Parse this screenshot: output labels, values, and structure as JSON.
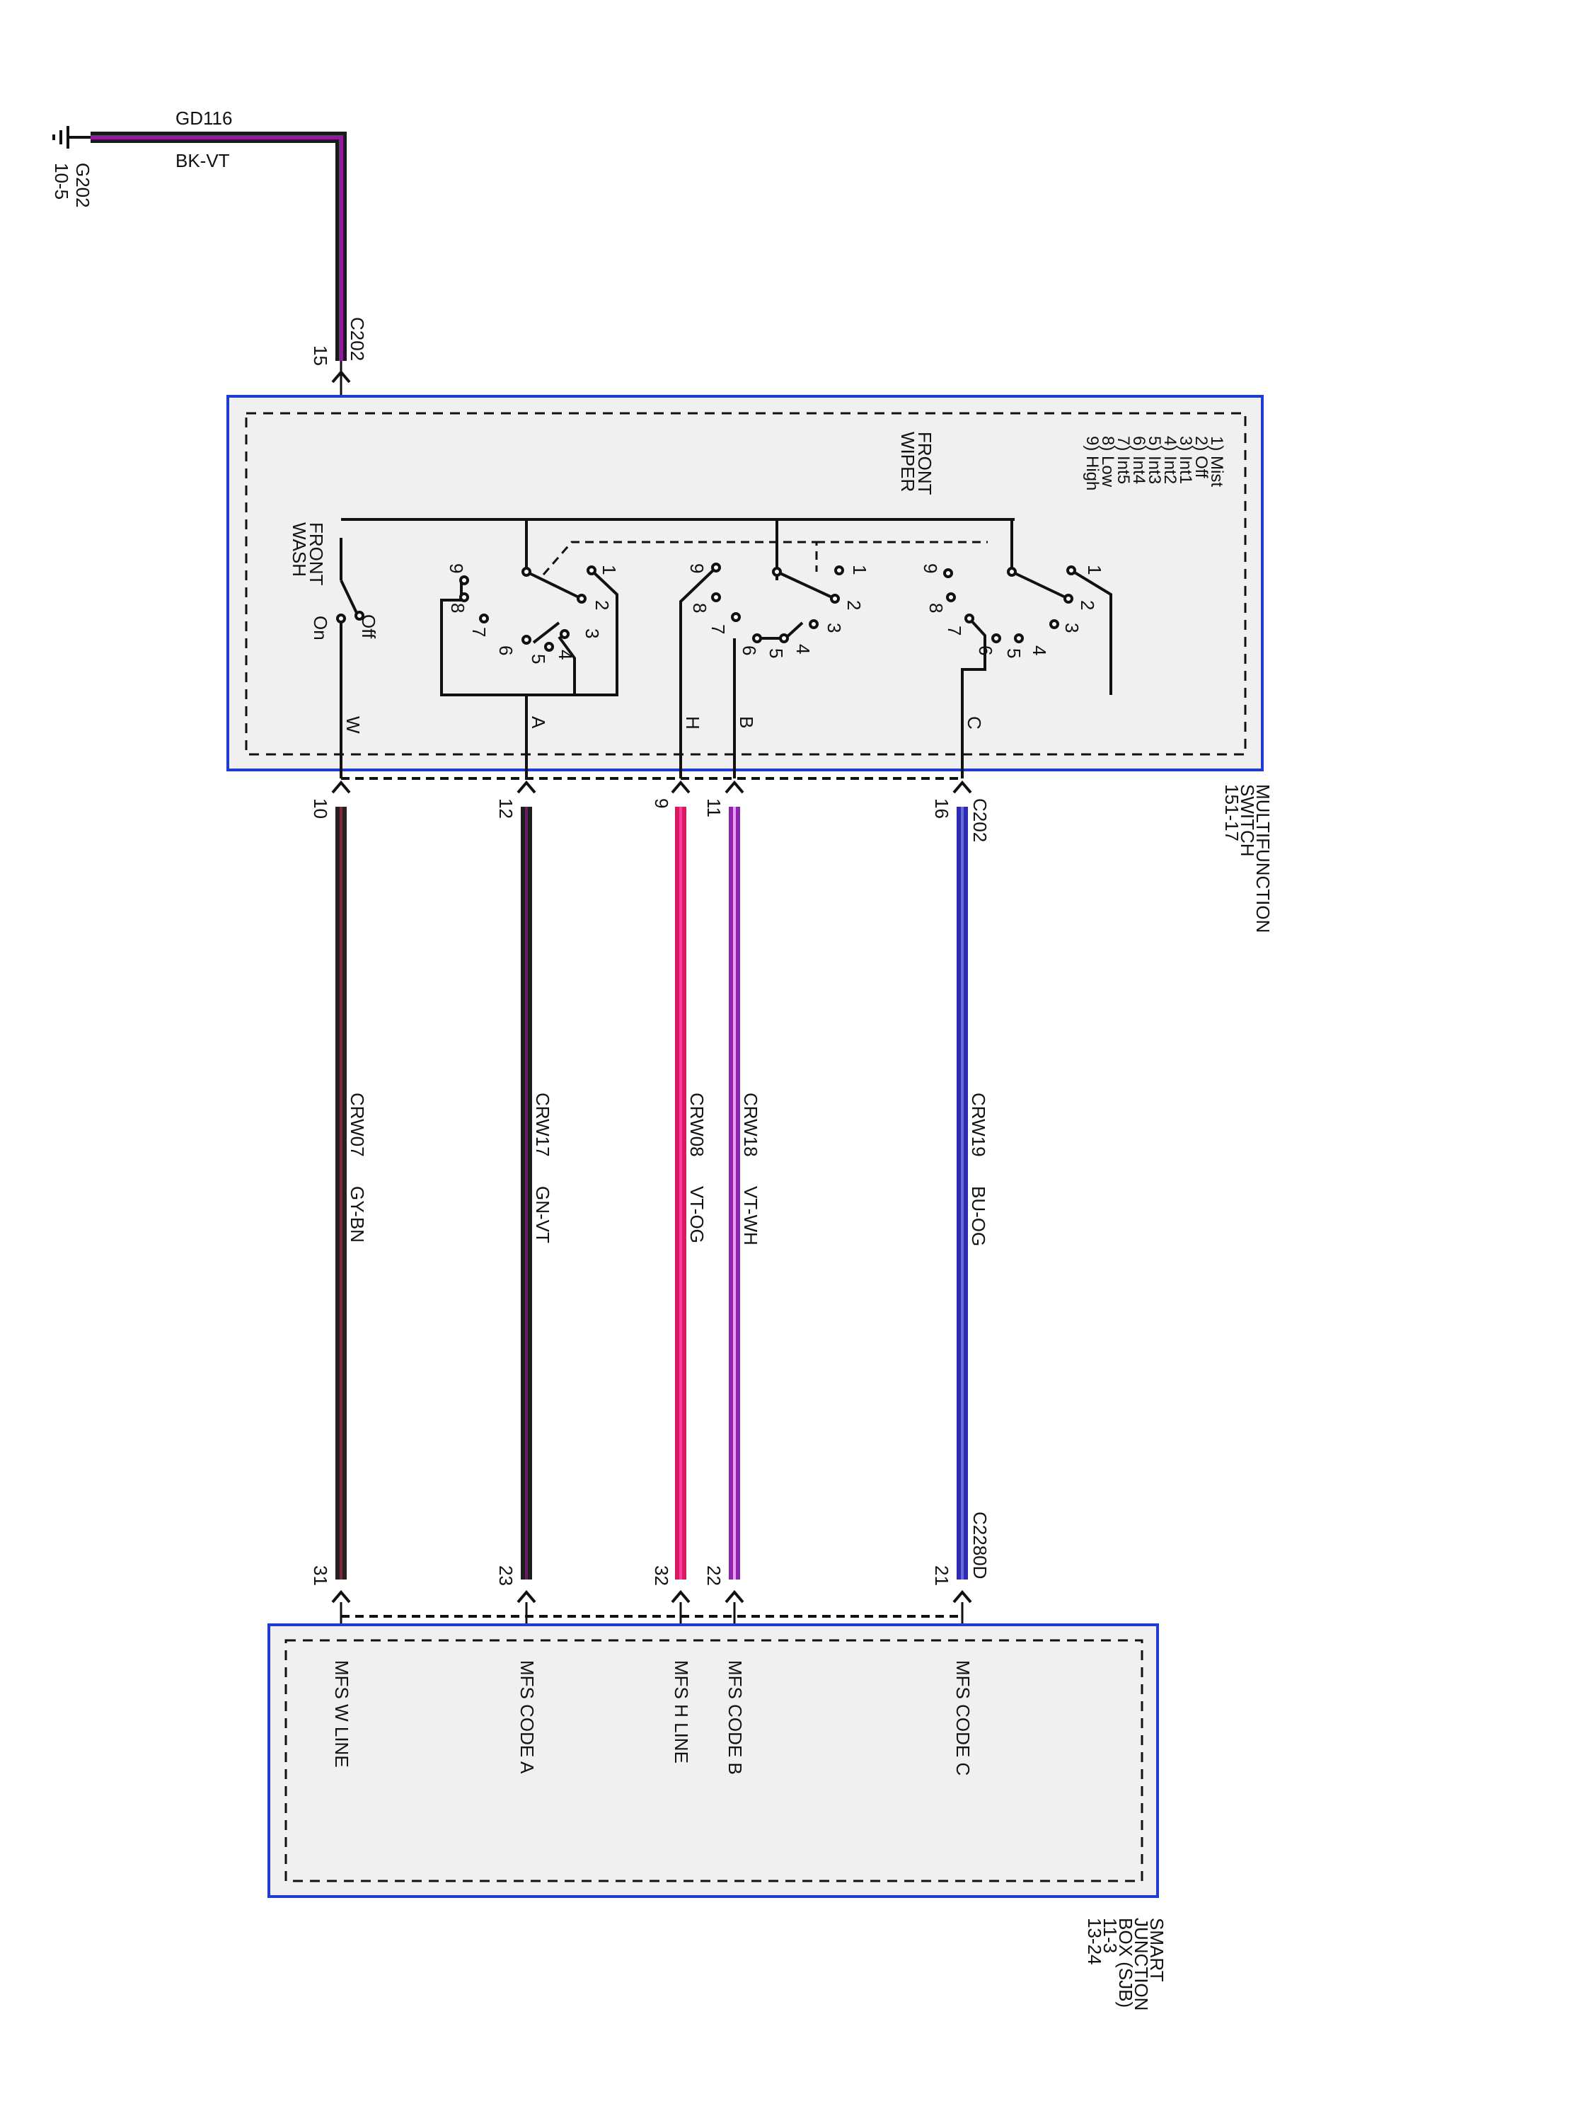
{
  "ground": {
    "name": "G202",
    "ref": "10-5"
  },
  "ground_wire": {
    "circuit": "GD116",
    "color_code": "BK-VT",
    "colors": [
      "#1a1a1a",
      "#8e1d9a"
    ]
  },
  "top_connector": {
    "name": "C202",
    "pin": "15"
  },
  "multifunction_switch": {
    "name_line1": "MULTIFUNCTION",
    "name_line2": "SWITCH",
    "ref": "151-17",
    "wiper_title_line1": "FRONT",
    "wiper_title_line2": "WIPER",
    "wash_title_line1": "FRONT",
    "wash_title_line2": "WASH",
    "wash_off": "Off",
    "wash_on": "On",
    "legend": [
      "1) Mist",
      "2) Off",
      "3) Int1",
      "4) Int2",
      "5) Int3",
      "6) Int4",
      "7) Int5",
      "8) Low",
      "9) High"
    ],
    "positions": [
      "1",
      "2",
      "3",
      "4",
      "5",
      "6",
      "7",
      "8",
      "9"
    ],
    "outputs": [
      "W",
      "A",
      "H",
      "B",
      "C"
    ]
  },
  "mid_connector": {
    "name": "C202"
  },
  "bottom_connector": {
    "name": "C2280D"
  },
  "circuits": [
    {
      "label": "W",
      "pin_top": "10",
      "pin_bottom": "31",
      "circuit": "CRW07",
      "color_code": "GY-BN",
      "colors": [
        "#2a1f1f",
        "#7a2a3a"
      ],
      "sjb_label": "MFS W LINE"
    },
    {
      "label": "A",
      "pin_top": "12",
      "pin_bottom": "23",
      "circuit": "CRW17",
      "color_code": "GN-VT",
      "colors": [
        "#1e1e1e",
        "#6a1e66"
      ],
      "sjb_label": "MFS CODE A"
    },
    {
      "label": "H",
      "pin_top": "9",
      "pin_bottom": "32",
      "circuit": "CRW08",
      "color_code": "VT-OG",
      "colors": [
        "#d81b60",
        "#ff3aa0"
      ],
      "sjb_label": "MFS H LINE"
    },
    {
      "label": "B",
      "pin_top": "11",
      "pin_bottom": "22",
      "circuit": "CRW18",
      "color_code": "VT-WH",
      "colors": [
        "#8e24aa",
        "#e99cf5"
      ],
      "sjb_label": "MFS CODE B"
    },
    {
      "label": "C",
      "pin_top": "16",
      "pin_bottom": "21",
      "circuit": "CRW19",
      "color_code": "BU-OG",
      "colors": [
        "#2b2bb5",
        "#6a6ad8"
      ],
      "sjb_label": "MFS CODE C"
    }
  ],
  "sjb": {
    "name_line1": "SMART",
    "name_line2": "JUNCTION",
    "name_line3": "BOX (SJB)",
    "ref1": "11-3",
    "ref2": "13-24"
  },
  "colors": {
    "frame": "#1f3bd1",
    "box_fill": "#f0f0f0",
    "line": "#111111"
  }
}
